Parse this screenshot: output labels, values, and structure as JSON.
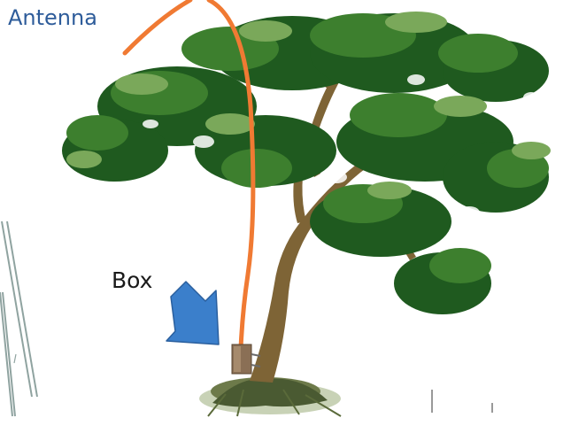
{
  "labels": {
    "antenna": "Antenna",
    "box": "Box"
  },
  "colors": {
    "background": "#ffffff",
    "antenna_cable": "#f07a33",
    "arrow": "#3b7fcb",
    "arrow_edge": "#2a5f9e",
    "label_antenna": "#2e5c9a",
    "label_box": "#1a1a1a",
    "trunk": "#8a6a3a",
    "foliage_dark": "#1f5a1f",
    "foliage_mid": "#3d7f2e",
    "foliage_light": "#7aa85a",
    "enclosure": "#8a6f55",
    "grass": "#5a7a3a"
  },
  "icons": {
    "arrow": "down-right-arrow",
    "box": "enclosure-box"
  }
}
